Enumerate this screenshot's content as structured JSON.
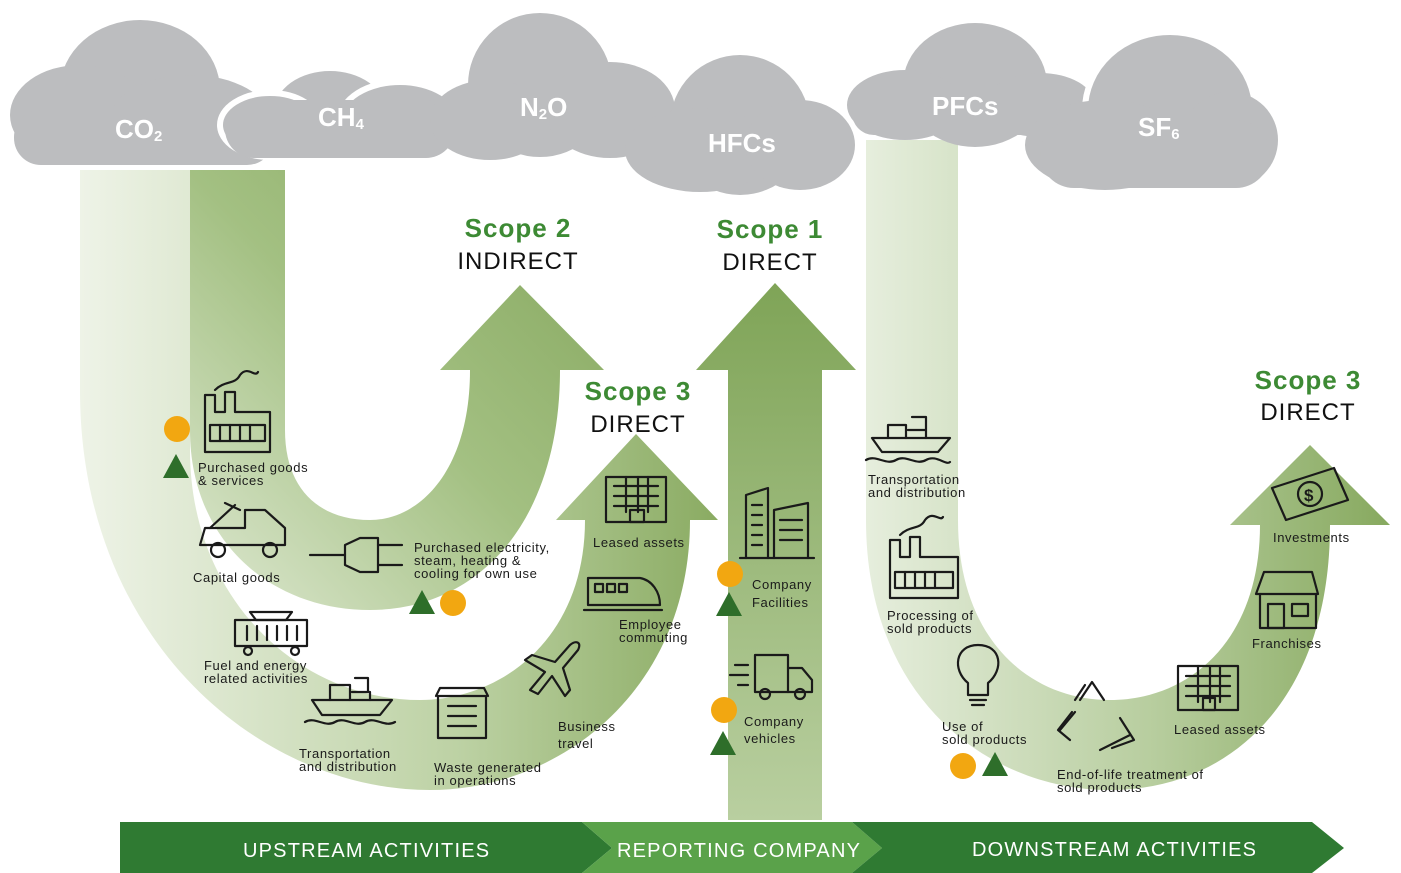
{
  "gases": {
    "co2": {
      "main": "CO",
      "sub": "2"
    },
    "ch4": {
      "main": "CH",
      "sub": "4"
    },
    "n2o": {
      "main": "N",
      "sub": "2",
      "tail": "O"
    },
    "hfcs": "HFCs",
    "pfcs": "PFCs",
    "sf6": {
      "main": "SF",
      "sub": "6"
    }
  },
  "scopes": {
    "scope2": {
      "title": "Scope 2",
      "subtitle": "INDIRECT"
    },
    "scope1": {
      "title": "Scope 1",
      "subtitle": "DIRECT"
    },
    "scope3_upstream": {
      "title": "Scope 3",
      "subtitle": "DIRECT"
    },
    "scope3_downstream": {
      "title": "Scope 3",
      "subtitle": "DIRECT"
    }
  },
  "upstream_items": {
    "purchased_goods": "Purchased goods\n& services",
    "capital_goods": "Capital goods",
    "fuel_energy": "Fuel and energy\nrelated activities",
    "transport": "Transportation\nand distribution",
    "waste": "Waste generated\nin operations",
    "business_travel": "Business\ntravel",
    "employee_commuting": "Employee\ncommuting",
    "leased_assets": "Leased assets",
    "purchased_electricity": "Purchased electricity,\nsteam, heating &\ncooling for own use"
  },
  "company_items": {
    "facilities": "Company\nFacilities",
    "vehicles": "Company\nvehicles"
  },
  "downstream_items": {
    "transport": "Transportation\nand distribution",
    "processing": "Processing of\nsold products",
    "use": "Use of\nsold products",
    "end_of_life": "End-of-life treatment of\nsold products",
    "leased_assets": "Leased assets",
    "franchises": "Franchises",
    "investments": "Investments"
  },
  "bands": {
    "upstream": "UPSTREAM ACTIVITIES",
    "reporting": "REPORTING COMPANY",
    "downstream": "DOWNSTREAM ACTIVITIES"
  },
  "colors": {
    "cloud": "#bcbdbf",
    "arrow_green": "#86a860",
    "band_dark": "#2f7a32",
    "band_light": "#4e9a42",
    "scope_title": "#3d8a34",
    "marker_circle": "#f2a711",
    "marker_triangle": "#2e6e2a"
  }
}
